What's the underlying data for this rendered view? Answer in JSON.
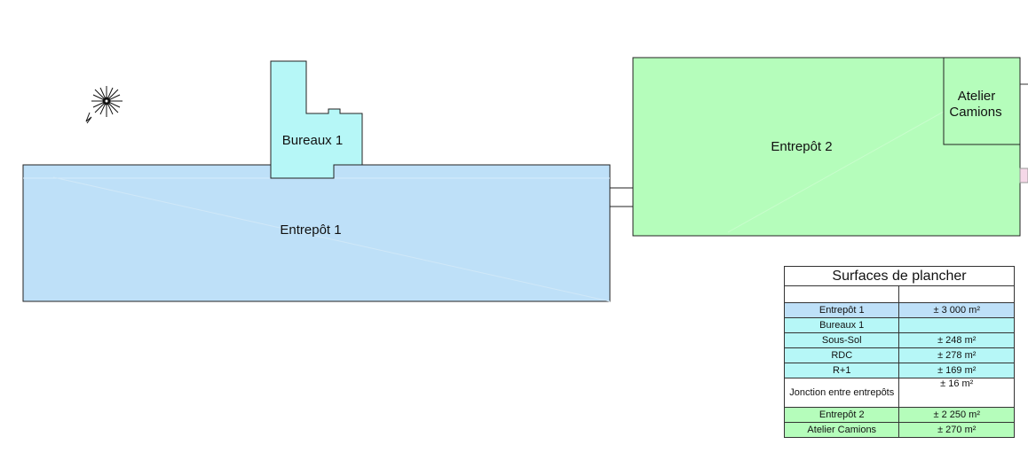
{
  "colors": {
    "entrepot1": "#bee0f8",
    "bureaux": "#b6f7f7",
    "entrepot2": "#b5fdbb",
    "white": "#ffffff"
  },
  "plan": {
    "entrepot1_label": "Entrepôt 1",
    "bureaux1_label": "Bureaux 1",
    "entrepot2_label": "Entrepôt 2",
    "atelier_label_line1": "Atelier",
    "atelier_label_line2": "Camions",
    "compass_icon": "north-arrow-icon"
  },
  "table": {
    "title": "Surfaces de plancher",
    "rows": [
      {
        "name": "Entrepôt 1",
        "value": "± 3 000 m²",
        "color": "#bee0f8"
      },
      {
        "name": "Bureaux 1",
        "value": "",
        "color": "#b6f7f7"
      },
      {
        "name": "Sous-Sol",
        "value": "± 248 m²",
        "color": "#b6f7f7"
      },
      {
        "name": "RDC",
        "value": "± 278 m²",
        "color": "#b6f7f7"
      },
      {
        "name": "R+1",
        "value": "± 169 m²",
        "color": "#b6f7f7"
      },
      {
        "name": "Jonction entre entrepôts",
        "value": "± 16 m²",
        "color": "#ffffff"
      },
      {
        "name": "Entrepôt 2",
        "value": "± 2 250 m²",
        "color": "#b5fdbb"
      },
      {
        "name": "Atelier Camions",
        "value": "± 270 m²",
        "color": "#b5fdbb"
      }
    ]
  }
}
